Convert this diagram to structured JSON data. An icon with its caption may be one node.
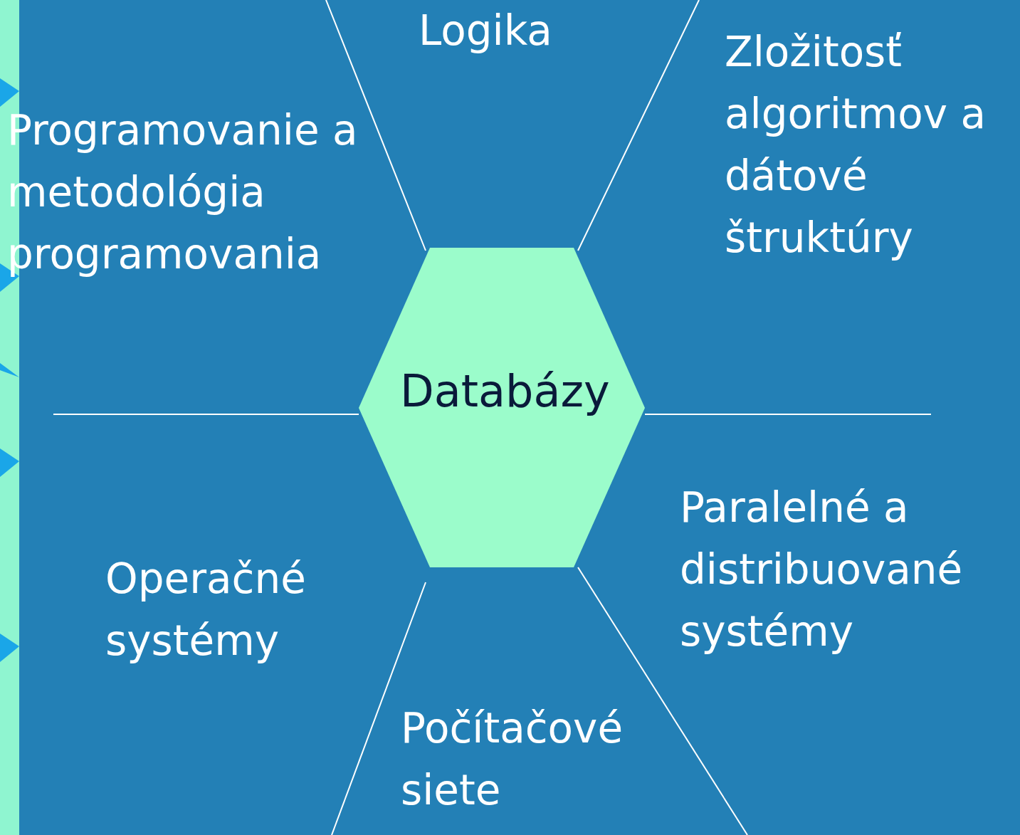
{
  "diagram": {
    "nodes": [
      {
        "text": [
          "Databázy"
        ]
      }
    ],
    "labels": [
      "Logika",
      "Zložitosť algoritmov a dátové štruktúry",
      "Programovanie a metodológia programovania",
      "Paralelné a distribuované systémy",
      "Operačné systémy",
      "Počítačové siete"
    ]
  }
}
